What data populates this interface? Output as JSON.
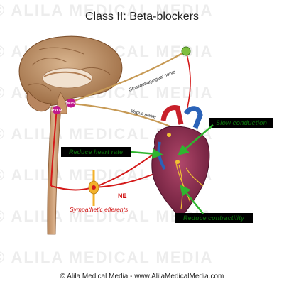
{
  "title": "Class II: Beta-blockers",
  "watermark_text": "© ALILA MEDICAL MEDIA",
  "labels": {
    "nts": "NTS",
    "rvlm": "RVLM",
    "glossopharyngeal": "Glossopharyngeal nerve",
    "vagus": "Vagus nerve",
    "ne": "NE",
    "sympathetic": "Sympathetic efferents"
  },
  "effects": {
    "slow_conduction": "Slow conduction",
    "reduce_heart_rate": "Reduce heart rate",
    "reduce_contractility": "Reduce  contractility"
  },
  "footer": "© Alila Medical Media - www.AlilaMedicalMedia.com",
  "colors": {
    "nerve_red": "#d41a1a",
    "nerve_tan": "#c79a55",
    "tag_bg": "#000000",
    "tag_text": "#0b5d0b",
    "arrow_green": "#2fb52f",
    "node_magenta": "#c0188c",
    "ganglion_yellow": "#f3b12a"
  },
  "icons": [
    "brain-icon",
    "spinal-cord-icon",
    "heart-icon",
    "ganglion-icon",
    "receptor-icon"
  ]
}
